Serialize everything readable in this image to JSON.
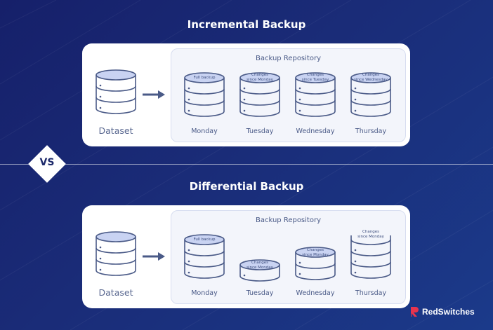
{
  "incremental": {
    "title": "Incremental Backup",
    "dataset_label": "Dataset",
    "repository_title": "Backup Repository",
    "items": [
      {
        "day": "Monday",
        "caption": "Full backup"
      },
      {
        "day": "Tuesday",
        "caption": "Changes\nsince Monday"
      },
      {
        "day": "Wednesday",
        "caption": "Changes\nsince Tuesday"
      },
      {
        "day": "Thursday",
        "caption": "Changes\nsince Wednesday"
      }
    ]
  },
  "vs_label": "VS",
  "differential": {
    "title": "Differential Backup",
    "dataset_label": "Dataset",
    "repository_title": "Backup Repository",
    "items": [
      {
        "day": "Monday",
        "caption": "Full backup"
      },
      {
        "day": "Tuesday",
        "caption": "Changes\nsince Monday"
      },
      {
        "day": "Wednesday",
        "caption": "Changes\nsince Monday"
      },
      {
        "day": "Thursday",
        "caption": "Changes\nsince Monday"
      }
    ]
  },
  "brand": {
    "name": "RedSwitches"
  },
  "colors": {
    "background": "#1a2c78",
    "panel": "#ffffff",
    "db_stroke": "#4a5a87",
    "db_top_fill": "#c9d3f2",
    "accent_red": "#e8344e"
  }
}
